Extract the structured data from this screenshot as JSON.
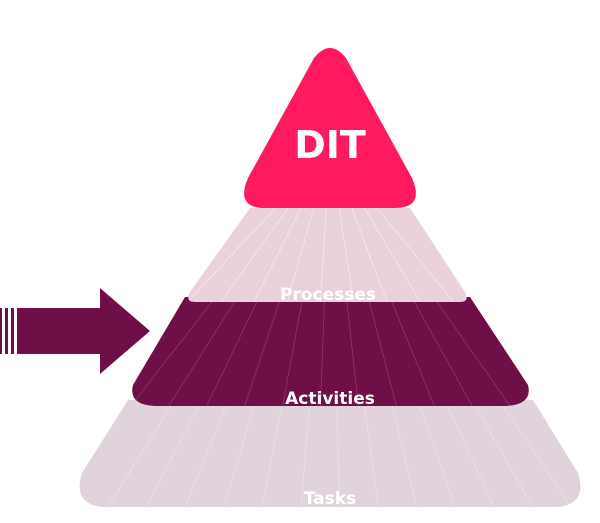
{
  "pyramid": {
    "tiers": [
      {
        "label": "DIT",
        "color": "#ff1a5e"
      },
      {
        "label": "Processes",
        "color": "#ead1dc"
      },
      {
        "label": "Activities",
        "color": "#6e0f48"
      },
      {
        "label": "Tasks",
        "color": "#e0d3dc"
      }
    ],
    "arrow": {
      "icon": "right-arrow-icon",
      "color": "#6e0f48",
      "points_to": "Activities"
    }
  }
}
